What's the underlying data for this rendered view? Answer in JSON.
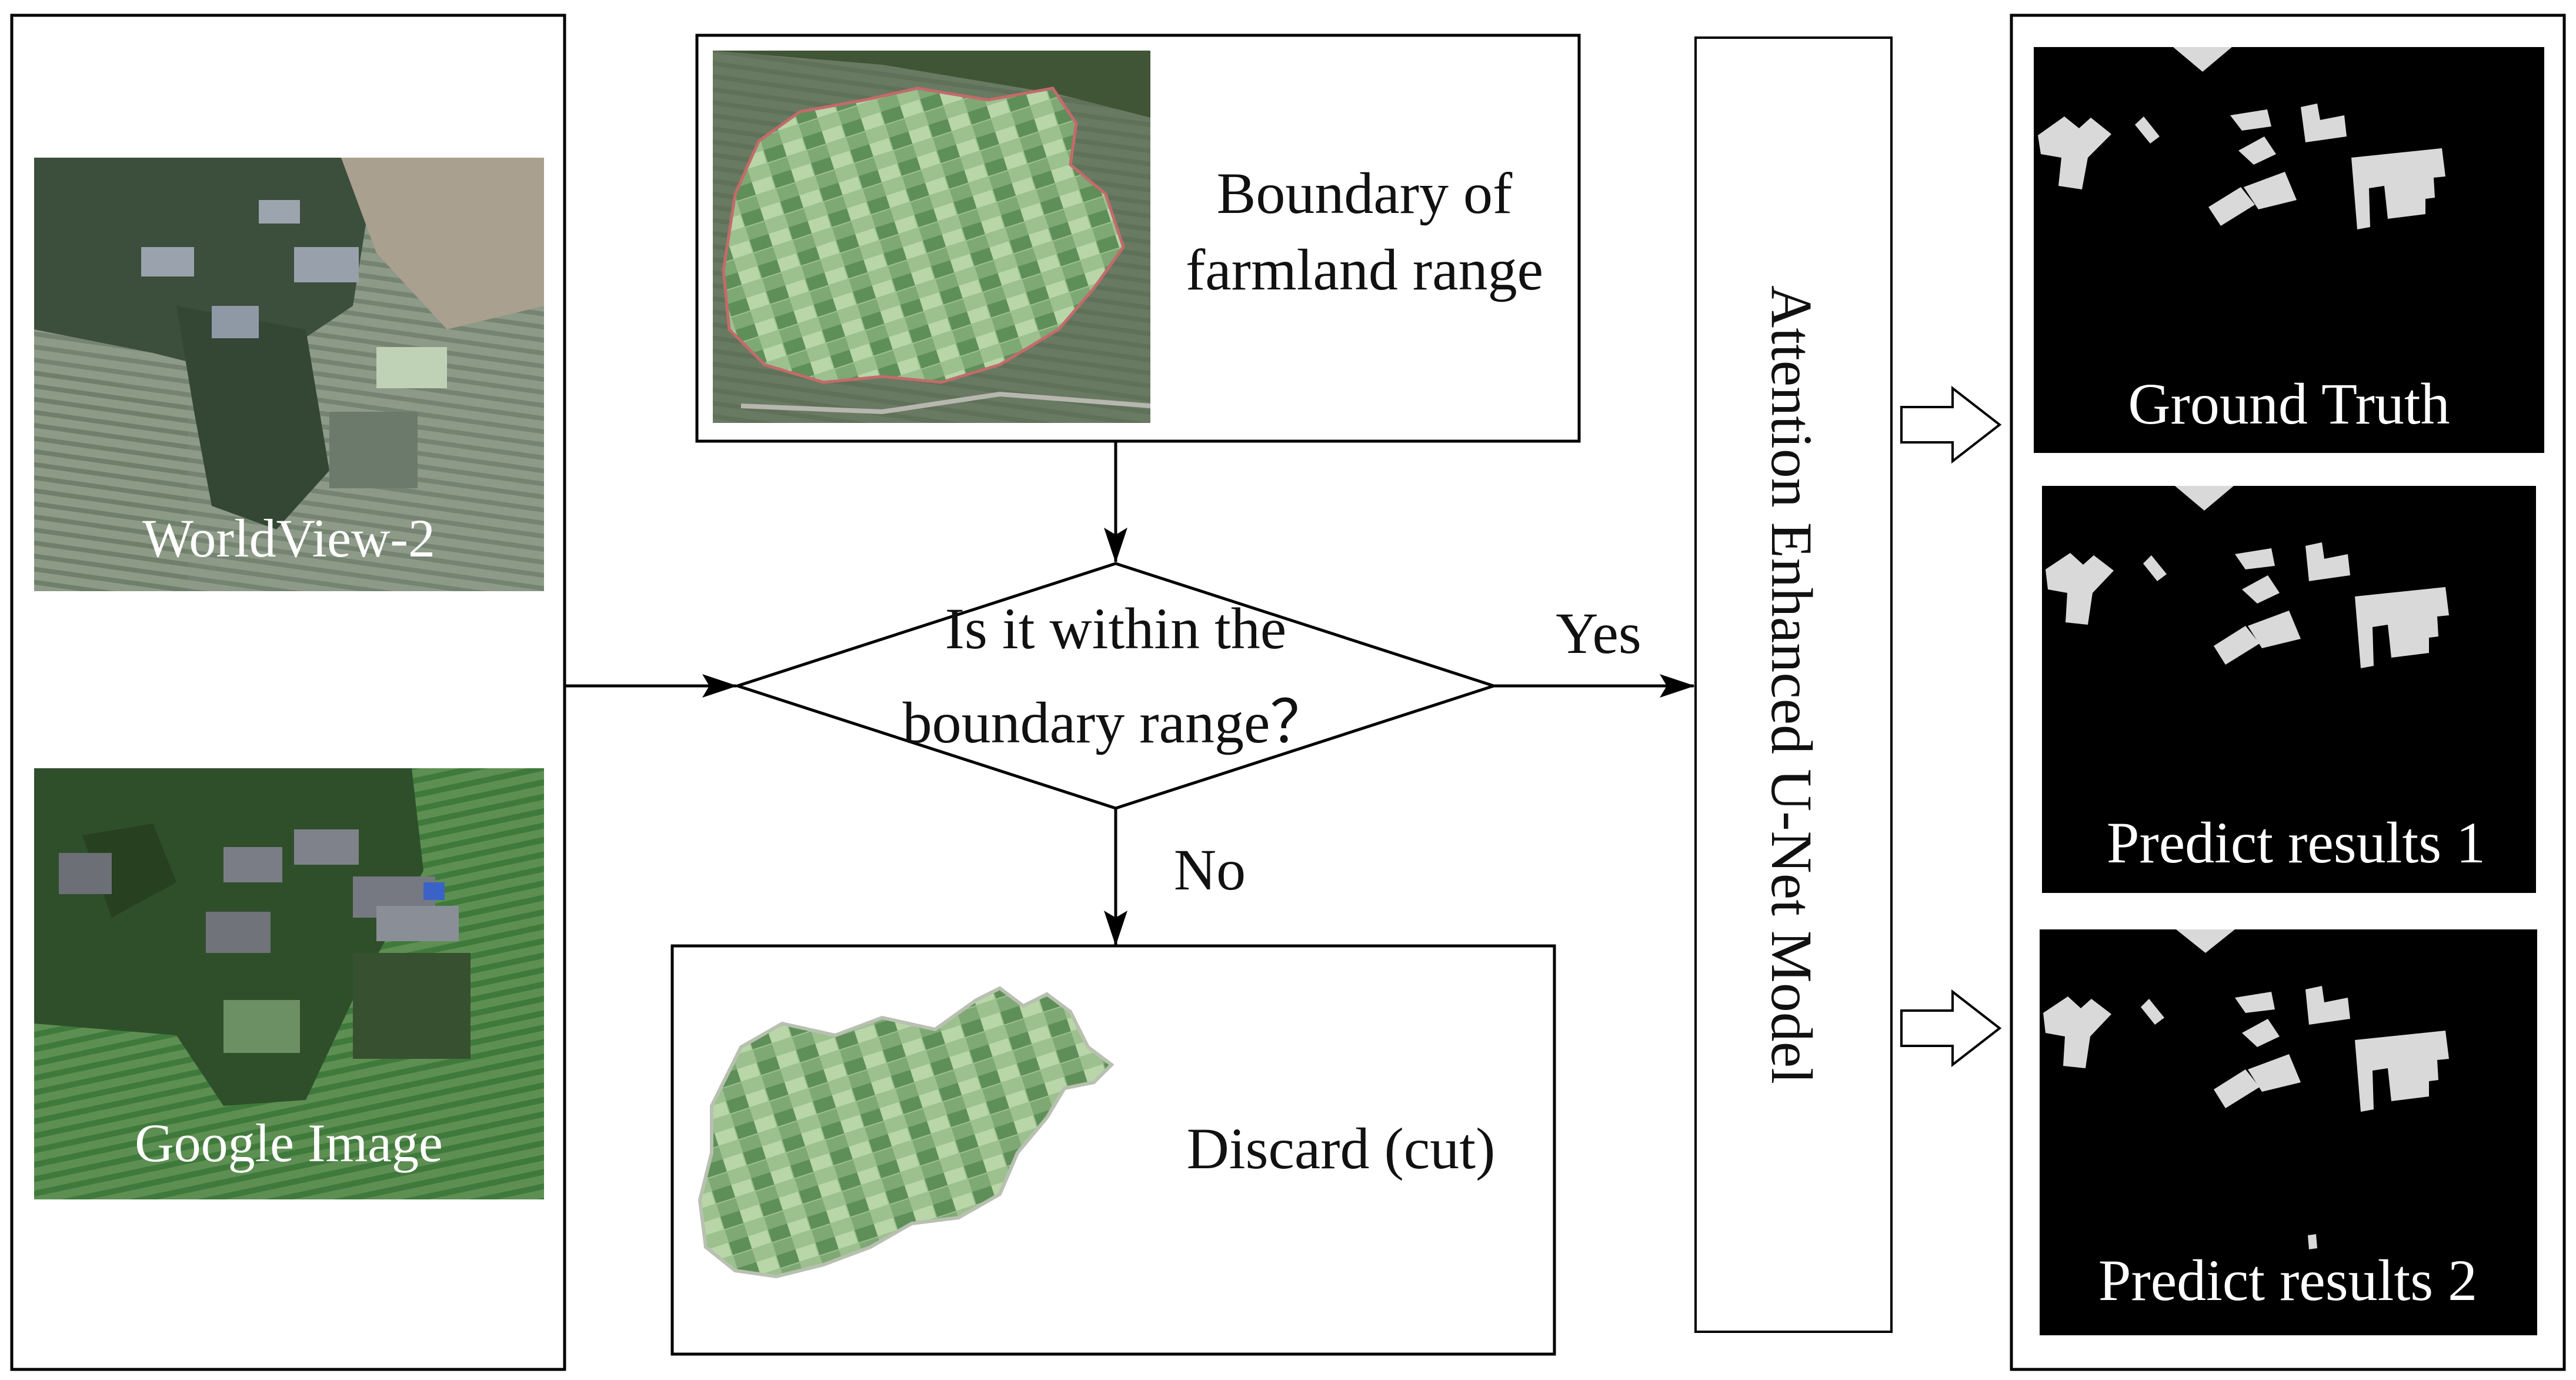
{
  "inputs": {
    "image1_label": "WorldView-2",
    "image2_label": "Google Image"
  },
  "boundary_box": {
    "line1": "Boundary of",
    "line2": "farmland range"
  },
  "decision": {
    "line1": "Is it within the",
    "line2": "boundary range？",
    "yes_label": "Yes",
    "no_label": "No"
  },
  "discard_box": {
    "label": "Discard (cut)"
  },
  "model": {
    "label": "Attention Enhanced U-Net Model"
  },
  "outputs": {
    "panel1_label": "Ground Truth",
    "panel2_label": "Predict results 1",
    "panel3_label": "Predict results 2"
  },
  "colors": {
    "line": "#000000",
    "panel_bg": "#000000",
    "building": "#d9d9d9",
    "field_green": "#4f8a4a",
    "farmland_light": "#a8c89a"
  }
}
